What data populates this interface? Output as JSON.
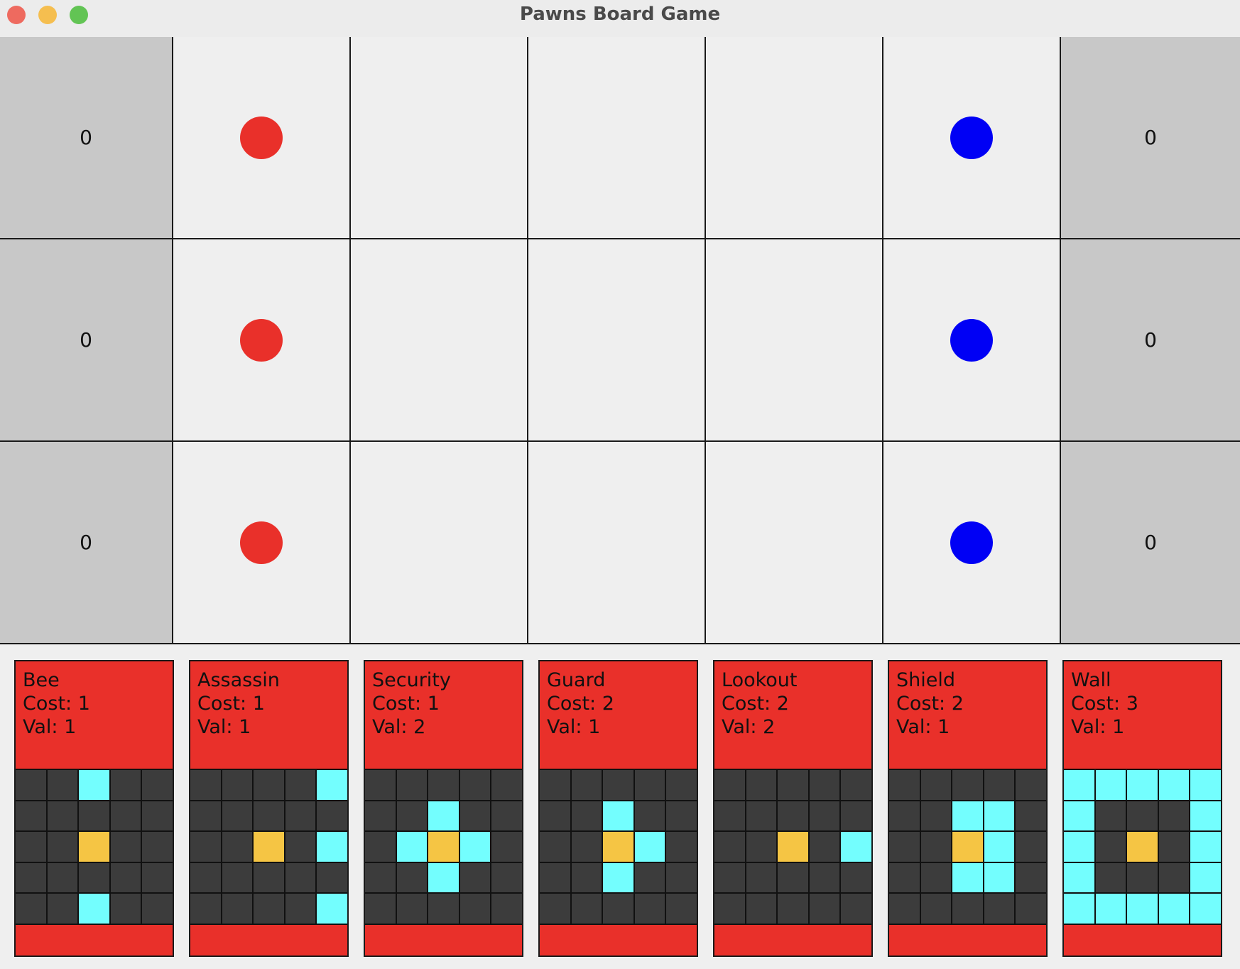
{
  "window": {
    "title": "Pawns Board Game",
    "traffic_lights": [
      {
        "name": "close-button",
        "color": "#ee6a5f"
      },
      {
        "name": "minimize-button",
        "color": "#f5be4f"
      },
      {
        "name": "zoom-button",
        "color": "#62c454"
      }
    ]
  },
  "colors": {
    "red_player": "#e9302a",
    "blue_player": "#0000f5",
    "score_cell_bg": "#c8c8c8",
    "empty_cell_bg": "#efefef",
    "grid_dark": "#3c3c3c",
    "influence": "#73fefe",
    "card_center": "#f5c544",
    "card_bg": "#e9302a"
  },
  "board": {
    "rows": [
      {
        "red_score": "0",
        "blue_score": "0",
        "cells": [
          "red-pawn",
          "empty",
          "empty",
          "empty",
          "blue-pawn"
        ]
      },
      {
        "red_score": "0",
        "blue_score": "0",
        "cells": [
          "red-pawn",
          "empty",
          "empty",
          "empty",
          "blue-pawn"
        ]
      },
      {
        "red_score": "0",
        "blue_score": "0",
        "cells": [
          "red-pawn",
          "empty",
          "empty",
          "empty",
          "blue-pawn"
        ]
      }
    ]
  },
  "hand": {
    "owner_color": "#e9302a",
    "cards": [
      {
        "name": "Bee",
        "cost": "Cost: 1",
        "val": "Val: 1",
        "grid": [
          "XXIXX",
          "XXXXX",
          "XXCXX",
          "XXXXX",
          "XXIXX"
        ]
      },
      {
        "name": "Assassin",
        "cost": "Cost: 1",
        "val": "Val: 1",
        "grid": [
          "XXXXI",
          "XXXXX",
          "XXCXI",
          "XXXXX",
          "XXXXI"
        ]
      },
      {
        "name": "Security",
        "cost": "Cost: 1",
        "val": "Val: 2",
        "grid": [
          "XXXXX",
          "XXIXX",
          "XICIX",
          "XXIXX",
          "XXXXX"
        ]
      },
      {
        "name": "Guard",
        "cost": "Cost: 2",
        "val": "Val: 1",
        "grid": [
          "XXXXX",
          "XXIXX",
          "XXCIX",
          "XXIXX",
          "XXXXX"
        ]
      },
      {
        "name": "Lookout",
        "cost": "Cost: 2",
        "val": "Val: 2",
        "grid": [
          "XXXXX",
          "XXXXX",
          "XXCXI",
          "XXXXX",
          "XXXXX"
        ]
      },
      {
        "name": "Shield",
        "cost": "Cost: 2",
        "val": "Val: 1",
        "grid": [
          "XXXXX",
          "XXIIX",
          "XXCIX",
          "XXIIX",
          "XXXXX"
        ]
      },
      {
        "name": "Wall",
        "cost": "Cost: 3",
        "val": "Val: 1",
        "grid": [
          "IIIII",
          "IXXXI",
          "IXCXI",
          "IXXXI",
          "IIIII"
        ]
      }
    ]
  }
}
